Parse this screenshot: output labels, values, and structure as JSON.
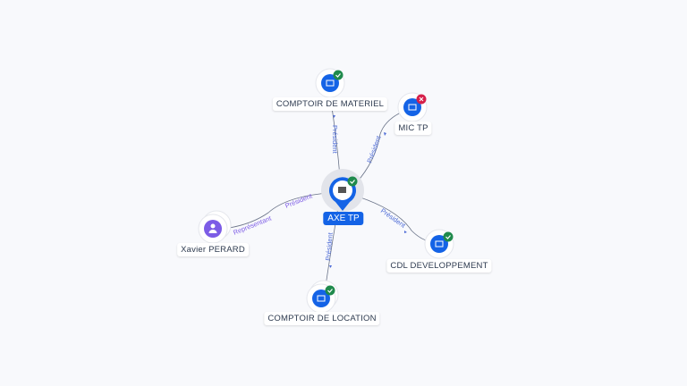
{
  "center": {
    "name": "AXE TP",
    "status": "active"
  },
  "nodes": [
    {
      "name": "COMPTOIR DE MATERIEL",
      "type": "company",
      "status": "active",
      "relation": "Président"
    },
    {
      "name": "MIC TP",
      "type": "company",
      "status": "closed",
      "relation": "Président"
    },
    {
      "name": "CDL DEVELOPPEMENT",
      "type": "company",
      "status": "active",
      "relation": "Président"
    },
    {
      "name": "COMPTOIR DE LOCATION",
      "type": "company",
      "status": "active",
      "relation": "Président"
    },
    {
      "name": "Xavier PERARD",
      "type": "person",
      "relation": "Président",
      "relation2": "Représentant"
    }
  ],
  "colors": {
    "primary": "#1463e6",
    "active": "#1f8a4c",
    "closed": "#d6204a",
    "person": "#7c5ce6",
    "edge": "#6b7489"
  }
}
